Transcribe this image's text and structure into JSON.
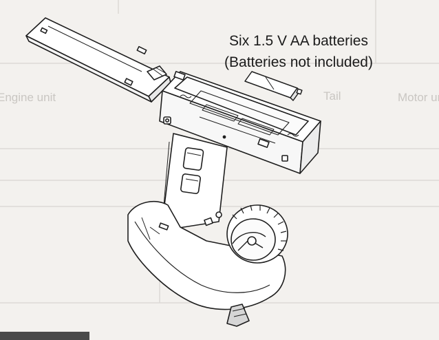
{
  "figure": {
    "caption_line1": "Six 1.5 V AA batteries",
    "caption_line2": "(Batteries not included)"
  },
  "bleed_through": {
    "label_left": "Engine unit",
    "label_mid": "Tail",
    "label_right": "Motor unit"
  },
  "colors": {
    "paper": "#f3f1ee",
    "ink": "#1b1b1b",
    "bleed": "#c9c6c2"
  }
}
